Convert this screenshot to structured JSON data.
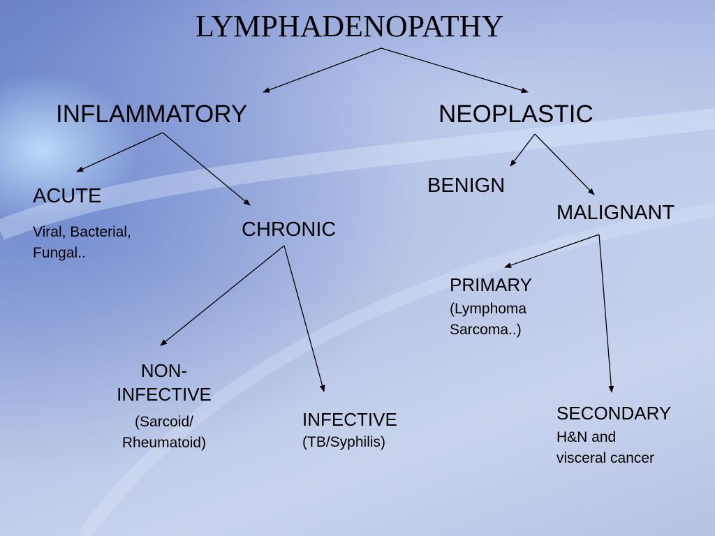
{
  "title": "LYMPHADENOPATHY",
  "inflammatory": "INFLAMMATORY",
  "neoplastic": "NEOPLASTIC",
  "acute": {
    "label": "ACUTE",
    "detail_line1": "Viral, Bacterial,",
    "detail_line2": "Fungal.."
  },
  "chronic": "CHRONIC",
  "non_infective": {
    "label_line1": "NON-",
    "label_line2": "INFECTIVE",
    "detail_line1": "(Sarcoid/",
    "detail_line2": "Rheumatoid)"
  },
  "infective": {
    "label": "INFECTIVE",
    "detail": "(TB/Syphilis)"
  },
  "benign": "BENIGN",
  "malignant": "MALIGNANT",
  "primary": {
    "label": "PRIMARY",
    "detail_line1": "(Lymphoma",
    "detail_line2": "Sarcoma..)"
  },
  "secondary": {
    "label": "SECONDARY",
    "detail_line1": "H&N and",
    "detail_line2": "visceral cancer"
  }
}
